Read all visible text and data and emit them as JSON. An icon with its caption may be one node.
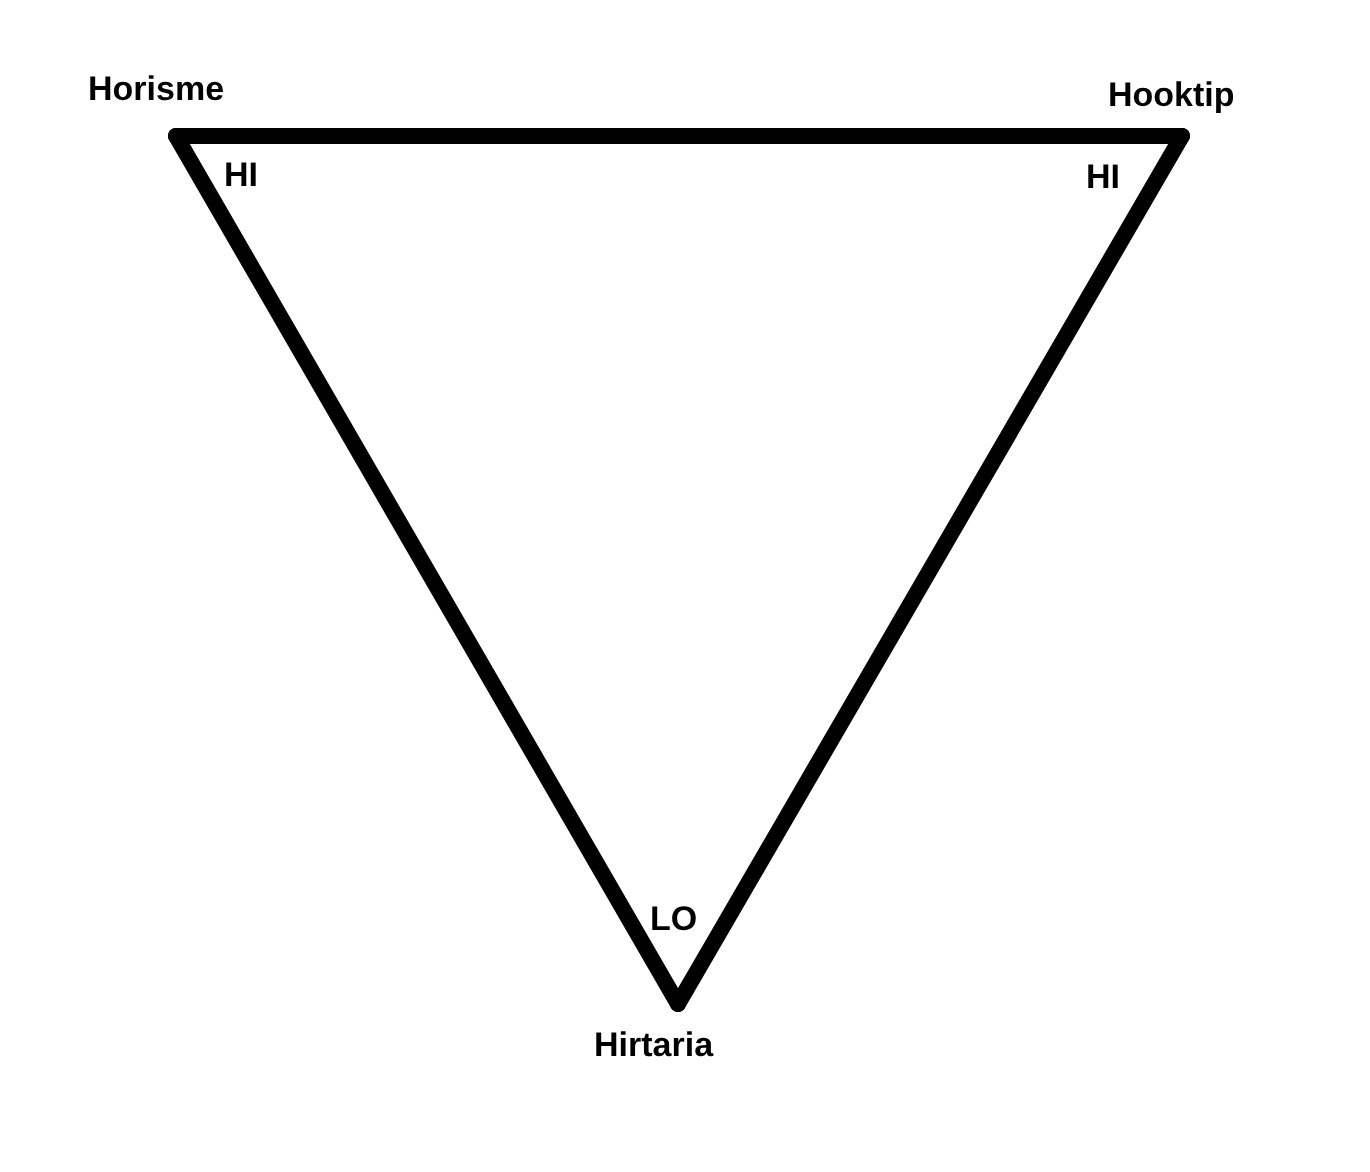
{
  "diagram": {
    "nodes": [
      {
        "text": [
          "Horisme"
        ],
        "beside": [
          "HI"
        ]
      },
      {
        "text": [
          "Hooktip"
        ],
        "beside": [
          "HI"
        ]
      },
      {
        "text": [
          "Hirtaria"
        ],
        "beside": [
          "LO"
        ]
      }
    ],
    "edges": [
      {
        "from": 0,
        "to": 1,
        "arrow": "none"
      },
      {
        "from": 1,
        "to": 2,
        "arrow": "none"
      },
      {
        "from": 2,
        "to": 0,
        "arrow": "none"
      }
    ]
  }
}
